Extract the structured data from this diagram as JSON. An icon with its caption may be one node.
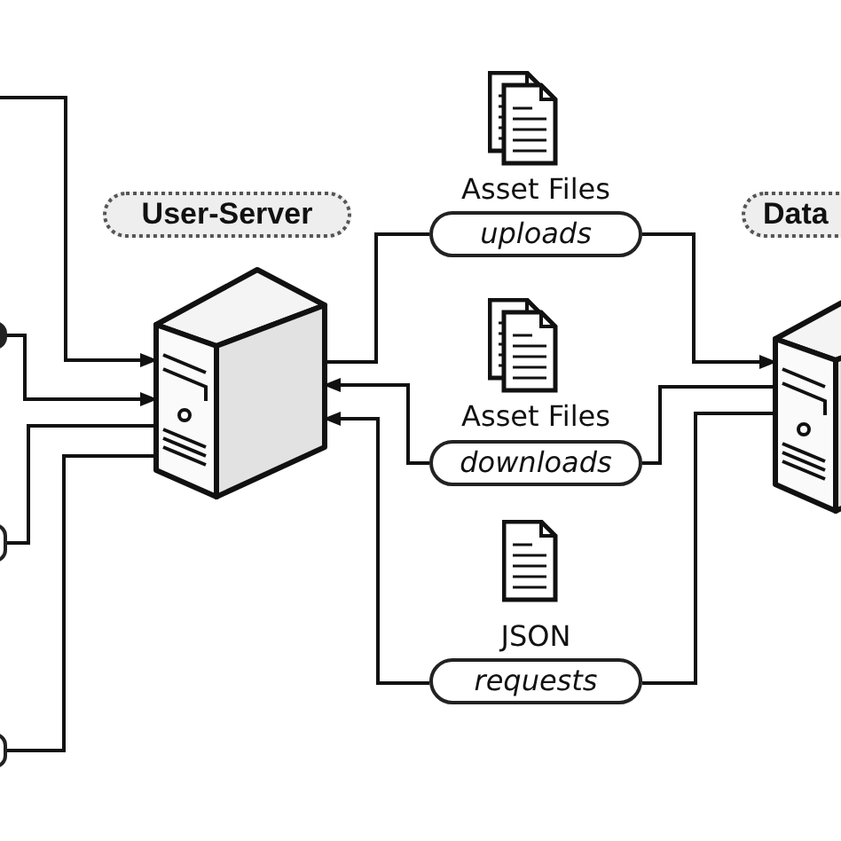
{
  "diagram": {
    "nodes": [
      {
        "text": [
          "User-Server"
        ]
      },
      {
        "text": [
          "Data"
        ]
      },
      {
        "text": [
          "uploads"
        ],
        "beside": [
          "Asset Files"
        ]
      },
      {
        "text": [
          "downloads"
        ],
        "beside": [
          "Asset Files"
        ]
      },
      {
        "text": [
          "requests"
        ],
        "beside": [
          "JSON"
        ]
      },
      {
        "text": [],
        "shape": "box"
      },
      {
        "text": [],
        "shape": "box"
      },
      {
        "text": [],
        "shape": "box"
      }
    ],
    "edges": [
      {
        "from": null,
        "to": 0,
        "arrow": "to"
      },
      {
        "from": 5,
        "to": 0,
        "arrow": "to"
      },
      {
        "from": 0,
        "to": 6,
        "arrow": "none"
      },
      {
        "from": 0,
        "to": 7,
        "arrow": "none"
      },
      {
        "from": 0,
        "to": 2,
        "arrow": "none"
      },
      {
        "from": 2,
        "to": 1,
        "arrow": "to"
      },
      {
        "from": 1,
        "to": 3,
        "arrow": "none"
      },
      {
        "from": 3,
        "to": 0,
        "arrow": "to"
      },
      {
        "from": 1,
        "to": 4,
        "arrow": "none"
      },
      {
        "from": 4,
        "to": 0,
        "arrow": "to"
      }
    ]
  }
}
